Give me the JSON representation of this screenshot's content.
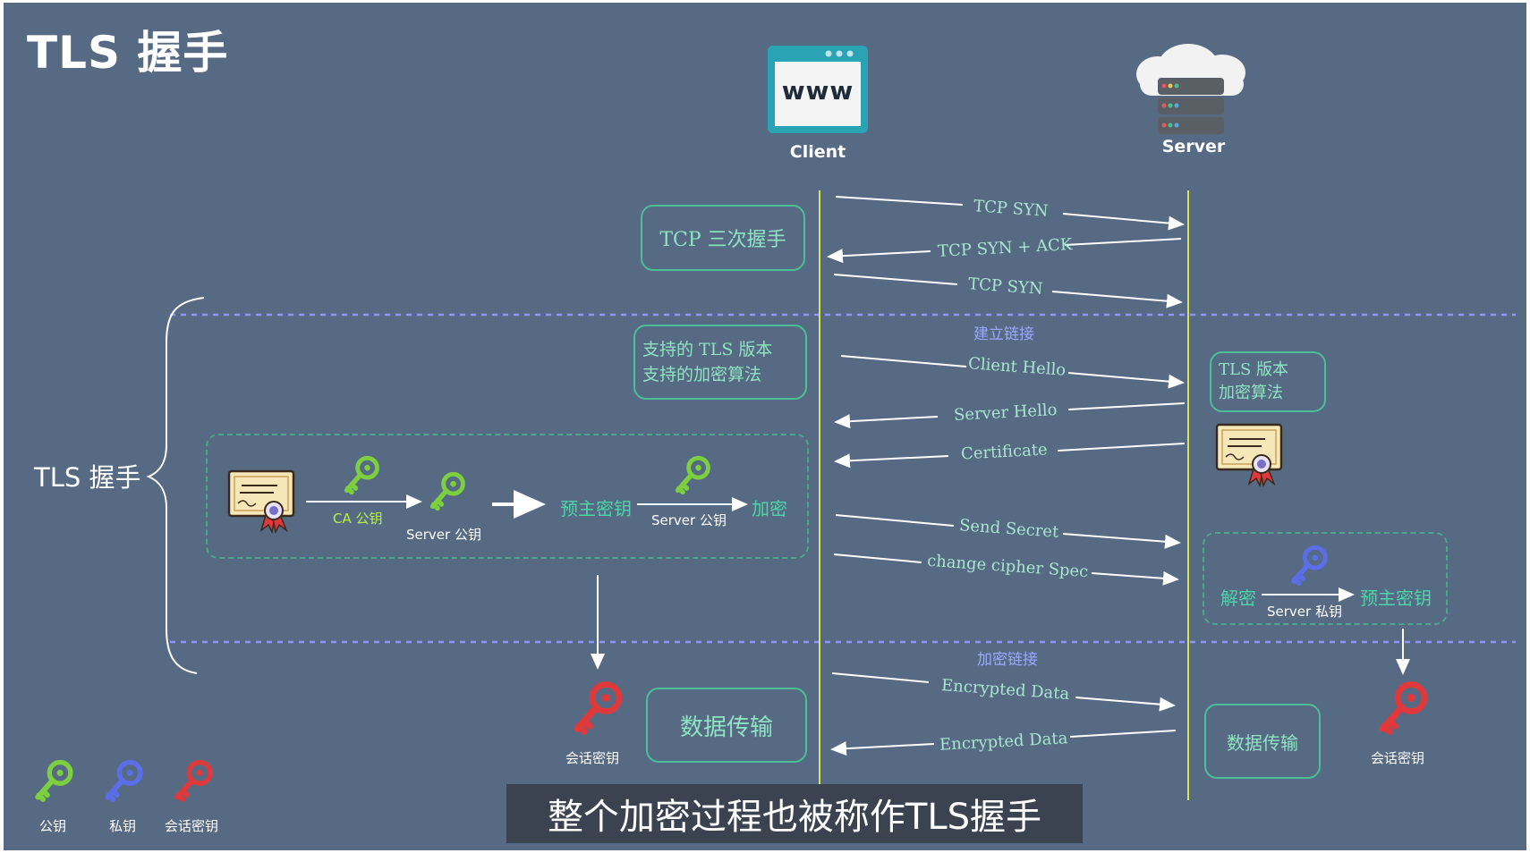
{
  "title": "TLS 握手",
  "side_label": "TLS 握手",
  "client": {
    "label": "Client",
    "icon_text": "www"
  },
  "server": {
    "label": "Server"
  },
  "phases": {
    "connect": "建立链接",
    "encrypt": "加密链接"
  },
  "messages": {
    "tcp_syn_1": "TCP SYN",
    "tcp_syn_ack": "TCP SYN + ACK",
    "tcp_syn_2": "TCP SYN",
    "client_hello": "Client Hello",
    "server_hello": "Server Hello",
    "certificate": "Certificate",
    "send_secret": "Send Secret",
    "change_cipher": "change cipher Spec",
    "encrypted_data_1": "Encrypted Data",
    "encrypted_data_2": "Encrypted Data"
  },
  "boxes": {
    "tcp_handshake": "TCP 三次握手",
    "client_supported_1": "支持的 TLS 版本",
    "client_supported_2": "支持的加密算法",
    "server_tls_1": "TLS 版本",
    "server_tls_2": "加密算法",
    "data_transfer_client": "数据传输",
    "data_transfer_server": "数据传输"
  },
  "client_flow": {
    "ca_pubkey": "CA 公钥",
    "server_pubkey": "Server 公钥",
    "premaster": "预主密钥",
    "server_pubkey_2": "Server 公钥",
    "encrypt": "加密"
  },
  "server_flow": {
    "decrypt": "解密",
    "server_privkey": "Server 私钥",
    "premaster": "预主密钥"
  },
  "session_key_client": "会话密钥",
  "session_key_server": "会话密钥",
  "legend": {
    "public": "公钥",
    "private": "私钥",
    "session": "会话密钥"
  },
  "colors": {
    "background": "#566a83",
    "public_key": "#7ccf3e",
    "private_key": "#5b6ee8",
    "session_key": "#e0393b",
    "lifeline": "#d7e64a",
    "box_border": "#4dbf96",
    "phase_line": "#8c95ff"
  },
  "subtitle": "整个加密过程也被称作TLS握手"
}
